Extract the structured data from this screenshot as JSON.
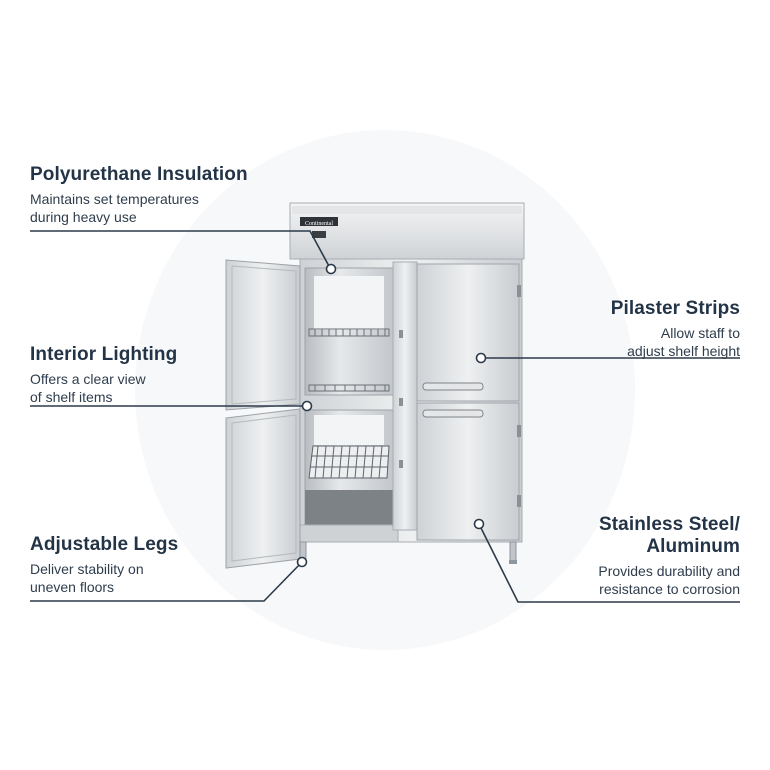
{
  "product": {
    "brand_label": "Continental"
  },
  "features": [
    {
      "title": "Polyurethane Insulation",
      "line1": "Maintains set temperatures",
      "line2": "during heavy use"
    },
    {
      "title": "Interior Lighting",
      "line1": "Offers a clear view",
      "line2": "of shelf items"
    },
    {
      "title": "Adjustable Legs",
      "line1": "Deliver stability on",
      "line2": "uneven floors"
    },
    {
      "title": "Pilaster Strips",
      "line1": "Allow staff to",
      "line2": "adjust shelf height"
    },
    {
      "title_line1": "Stainless Steel/",
      "title_line2": "Aluminum",
      "line1": "Provides durability and",
      "line2": "resistance to corrosion"
    }
  ],
  "colors": {
    "text": "#243447",
    "leader_line": "#2b3a4a",
    "steel": "#d8dadc"
  }
}
